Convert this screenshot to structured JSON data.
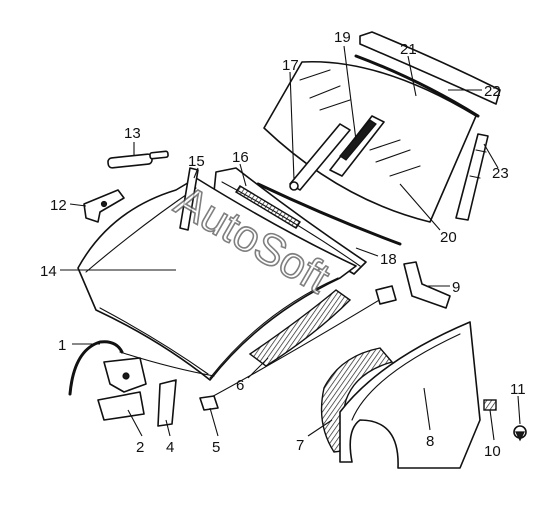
{
  "watermark": "AutoSoft",
  "callouts": [
    {
      "id": "1",
      "text": "1"
    },
    {
      "id": "2",
      "text": "2"
    },
    {
      "id": "4",
      "text": "4"
    },
    {
      "id": "5",
      "text": "5"
    },
    {
      "id": "6",
      "text": "6"
    },
    {
      "id": "7",
      "text": "7"
    },
    {
      "id": "8",
      "text": "8"
    },
    {
      "id": "9",
      "text": "9"
    },
    {
      "id": "10",
      "text": "10"
    },
    {
      "id": "11",
      "text": "11"
    },
    {
      "id": "12",
      "text": "12"
    },
    {
      "id": "13",
      "text": "13"
    },
    {
      "id": "14",
      "text": "14"
    },
    {
      "id": "15",
      "text": "15"
    },
    {
      "id": "16",
      "text": "16"
    },
    {
      "id": "17",
      "text": "17"
    },
    {
      "id": "18",
      "text": "18"
    },
    {
      "id": "19",
      "text": "19"
    },
    {
      "id": "20",
      "text": "20"
    },
    {
      "id": "21",
      "text": "21"
    },
    {
      "id": "22",
      "text": "22"
    },
    {
      "id": "23",
      "text": "23"
    }
  ]
}
